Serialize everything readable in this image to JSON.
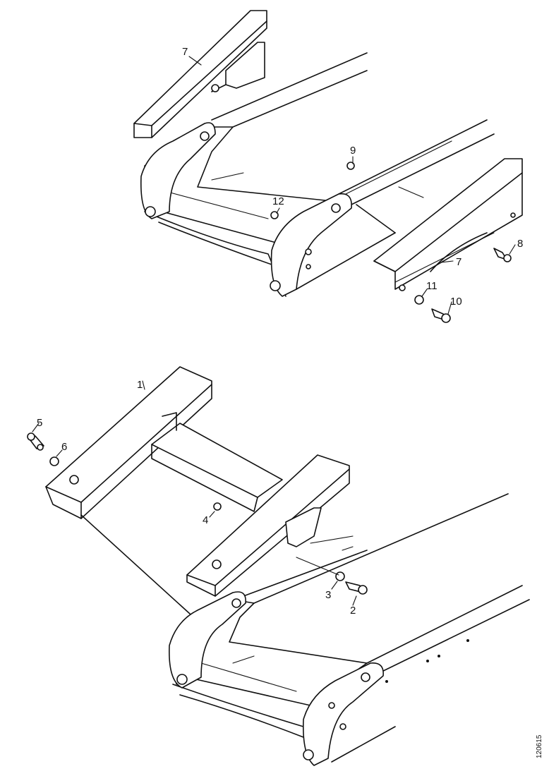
{
  "callouts": {
    "c1": "1",
    "c2": "2",
    "c3": "3",
    "c4": "4",
    "c5": "5",
    "c6": "6",
    "c7a": "7",
    "c7b": "7",
    "c8": "8",
    "c9": "9",
    "c10": "10",
    "c11": "11",
    "c12": "12"
  },
  "figure_code": "120615"
}
